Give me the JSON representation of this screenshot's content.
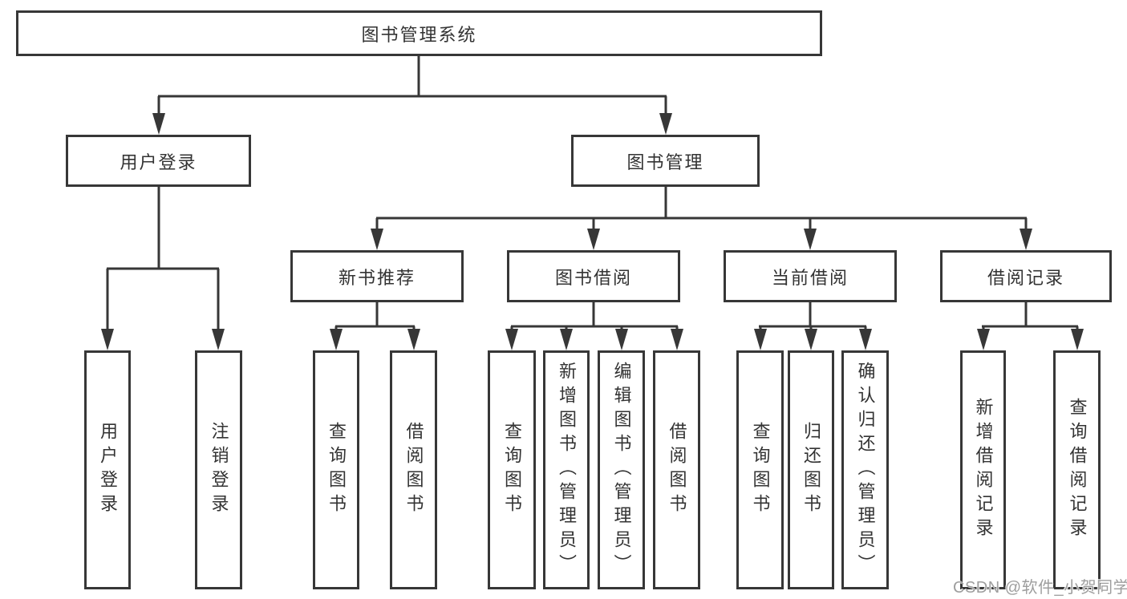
{
  "tree": {
    "root": "图书管理系统",
    "children": [
      {
        "label": "用户登录",
        "children": [
          "用户登录",
          "注销登录"
        ]
      },
      {
        "label": "图书管理",
        "children": [
          {
            "label": "新书推荐",
            "children": [
              "查询图书",
              "借阅图书"
            ]
          },
          {
            "label": "图书借阅",
            "children": [
              "查询图书",
              "新增图书（管理员）",
              "编辑图书（管理员）",
              "借阅图书"
            ]
          },
          {
            "label": "当前借阅",
            "children": [
              "查询图书",
              "归还图书",
              "确认归还（管理员）"
            ]
          },
          {
            "label": "借阅记录",
            "children": [
              "新增借阅记录",
              "查询借阅记录"
            ]
          }
        ]
      }
    ]
  },
  "watermark": "CSDN @软件_小贺同学",
  "colors": {
    "background": "#ffffff",
    "line": "#373737",
    "box_border": "#373737",
    "box_fill": "#ffffff",
    "text": "#333333",
    "watermark": "#9e9e9e"
  }
}
